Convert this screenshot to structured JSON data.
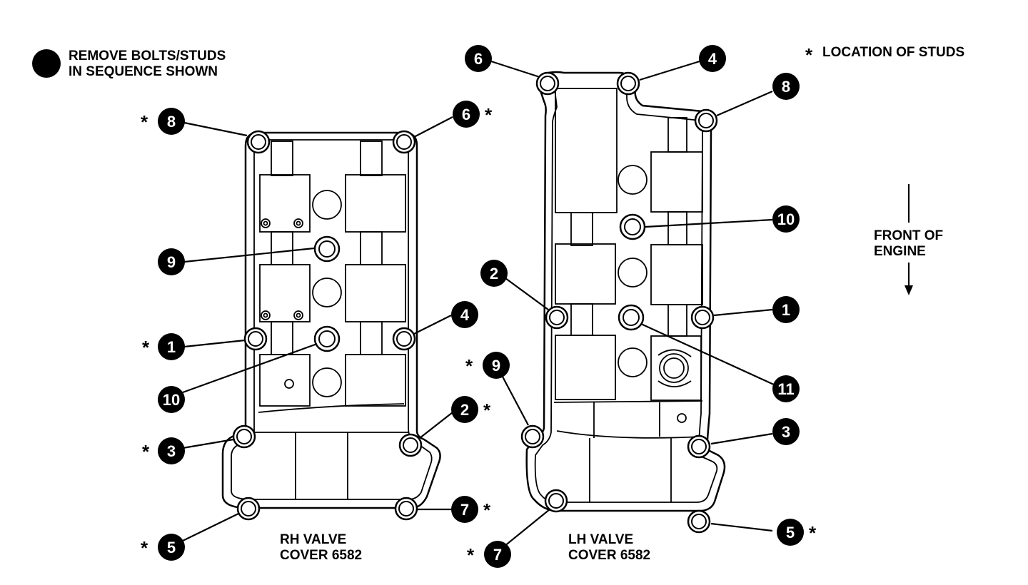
{
  "legend": {
    "sequence_line1": "REMOVE BOLTS/STUDS",
    "sequence_line2": "IN SEQUENCE SHOWN",
    "stud_asterisk": "*",
    "stud_text": "LOCATION OF STUDS"
  },
  "front": {
    "line1": "FRONT OF",
    "line2": "ENGINE"
  },
  "rh_cover": {
    "title_line1": "RH VALVE",
    "title_line2": "COVER 6582",
    "callouts": [
      {
        "n": "8",
        "stud": true
      },
      {
        "n": "6",
        "stud": true
      },
      {
        "n": "9",
        "stud": false
      },
      {
        "n": "4",
        "stud": false
      },
      {
        "n": "1",
        "stud": true
      },
      {
        "n": "10",
        "stud": false
      },
      {
        "n": "2",
        "stud": true
      },
      {
        "n": "3",
        "stud": true
      },
      {
        "n": "7",
        "stud": true
      },
      {
        "n": "5",
        "stud": true
      }
    ]
  },
  "lh_cover": {
    "title_line1": "LH VALVE",
    "title_line2": "COVER 6582",
    "callouts": [
      {
        "n": "6",
        "stud": false
      },
      {
        "n": "4",
        "stud": false
      },
      {
        "n": "8",
        "stud": false
      },
      {
        "n": "10",
        "stud": false
      },
      {
        "n": "2",
        "stud": false
      },
      {
        "n": "1",
        "stud": false
      },
      {
        "n": "11",
        "stud": false
      },
      {
        "n": "9",
        "stud": true
      },
      {
        "n": "3",
        "stud": false
      },
      {
        "n": "5",
        "stud": true
      },
      {
        "n": "7",
        "stud": true
      }
    ]
  }
}
